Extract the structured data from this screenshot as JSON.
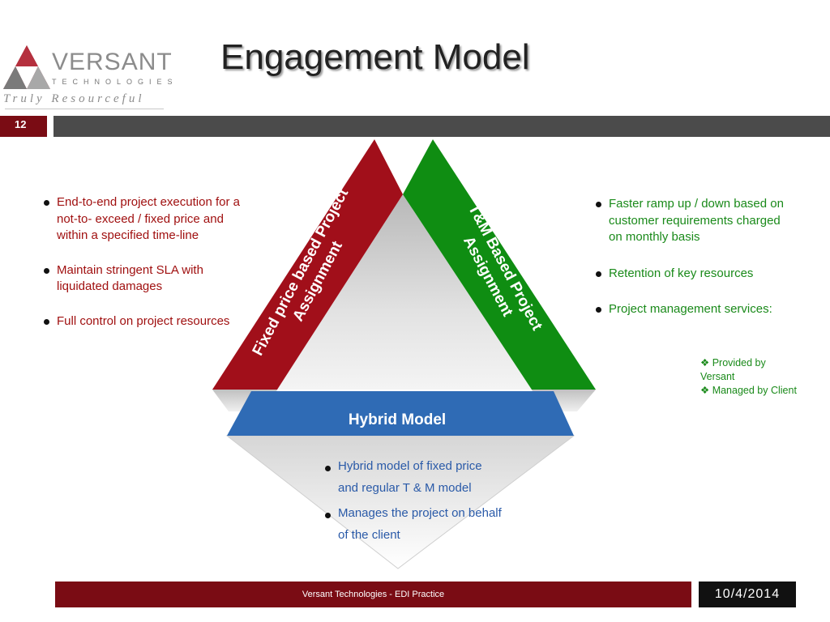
{
  "logo": {
    "company": "VERSANT",
    "subtitle": "TECHNOLOGIES",
    "tagline": "Truly Resourceful"
  },
  "title": "Engagement Model",
  "slide_number": "12",
  "diagram": {
    "fixed_label_line1": "Fixed price based Project",
    "fixed_label_line2": "Assignment",
    "tm_label_line1": "T&M Based Project",
    "tm_label_line2": "Assignment",
    "hybrid_label": "Hybrid Model",
    "colors": {
      "fixed": "#a10f1a",
      "tm": "#0f8d12",
      "hybrid": "#2f6bb5"
    }
  },
  "fixed_points": [
    "End-to-end project execution for a not-to- exceed / fixed price and within a specified time-line",
    "Maintain stringent SLA with liquidated damages",
    "Full control on project resources"
  ],
  "tm_points": [
    "Faster ramp up / down based on customer requirements charged on monthly basis",
    "Retention of key resources",
    "Project management services:"
  ],
  "tm_subpoints": [
    "Provided by Versant",
    "Managed by Client"
  ],
  "hybrid_points": [
    "Hybrid model of fixed price   and regular T & M model",
    "Manages the project on behalf of the client"
  ],
  "footer": {
    "text": "Versant Technologies - EDI Practice",
    "date": "10/4/2014"
  }
}
